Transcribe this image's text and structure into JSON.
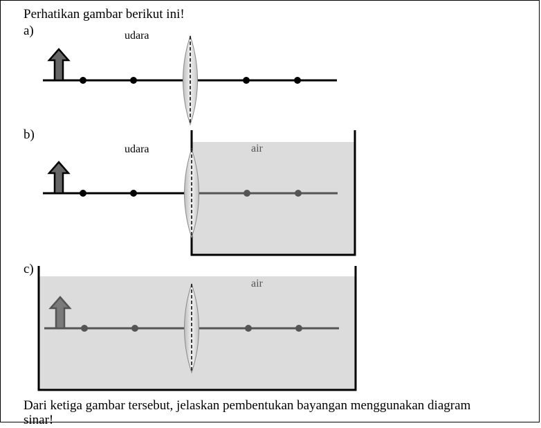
{
  "intro": "Perhatikan gambar berikut ini!",
  "panels": [
    {
      "label": "a)",
      "medium_left": "udara",
      "medium_right": ""
    },
    {
      "label": "b)",
      "medium_left": "udara",
      "medium_right": "air"
    },
    {
      "label": "c)",
      "medium_left": "",
      "medium_right": "air"
    }
  ],
  "question_line1": "Dari ketiga gambar tersebut, jelaskan pembentukan bayangan menggunakan diagram",
  "question_line2": "sinar!",
  "colors": {
    "water": "#dcdcdc",
    "axis_air": "#000000",
    "axis_water": "#555555",
    "lens_fill": "#d8d8d8",
    "object_fill": "#666666"
  }
}
